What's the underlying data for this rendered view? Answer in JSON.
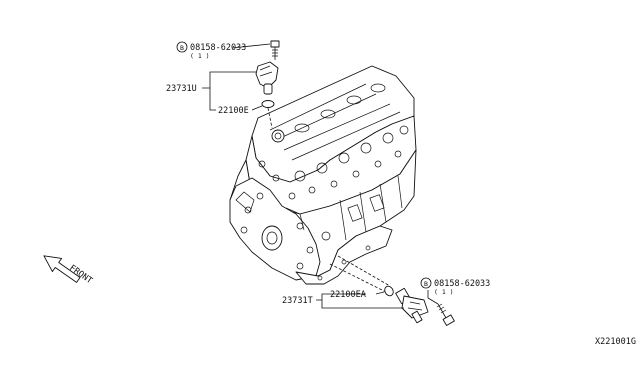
{
  "callouts": {
    "bolt_upper": {
      "marker": "B",
      "part_no": "08158-62033",
      "qty": "( 1 )"
    },
    "sensor_upper": {
      "part_no": "23731U"
    },
    "oring_upper": {
      "part_no": "22100E"
    },
    "bolt_lower": {
      "marker": "B",
      "part_no": "08158-62033",
      "qty": "( 1 )"
    },
    "sensor_lower": {
      "part_no": "23731T"
    },
    "oring_lower": {
      "part_no": "22100EA"
    }
  },
  "front_label": "FRONT",
  "diagram_id": "X221001G",
  "icons": {
    "front_arrow": "arrow-up-left-icon",
    "bolt_marker": "circled-b-icon"
  }
}
